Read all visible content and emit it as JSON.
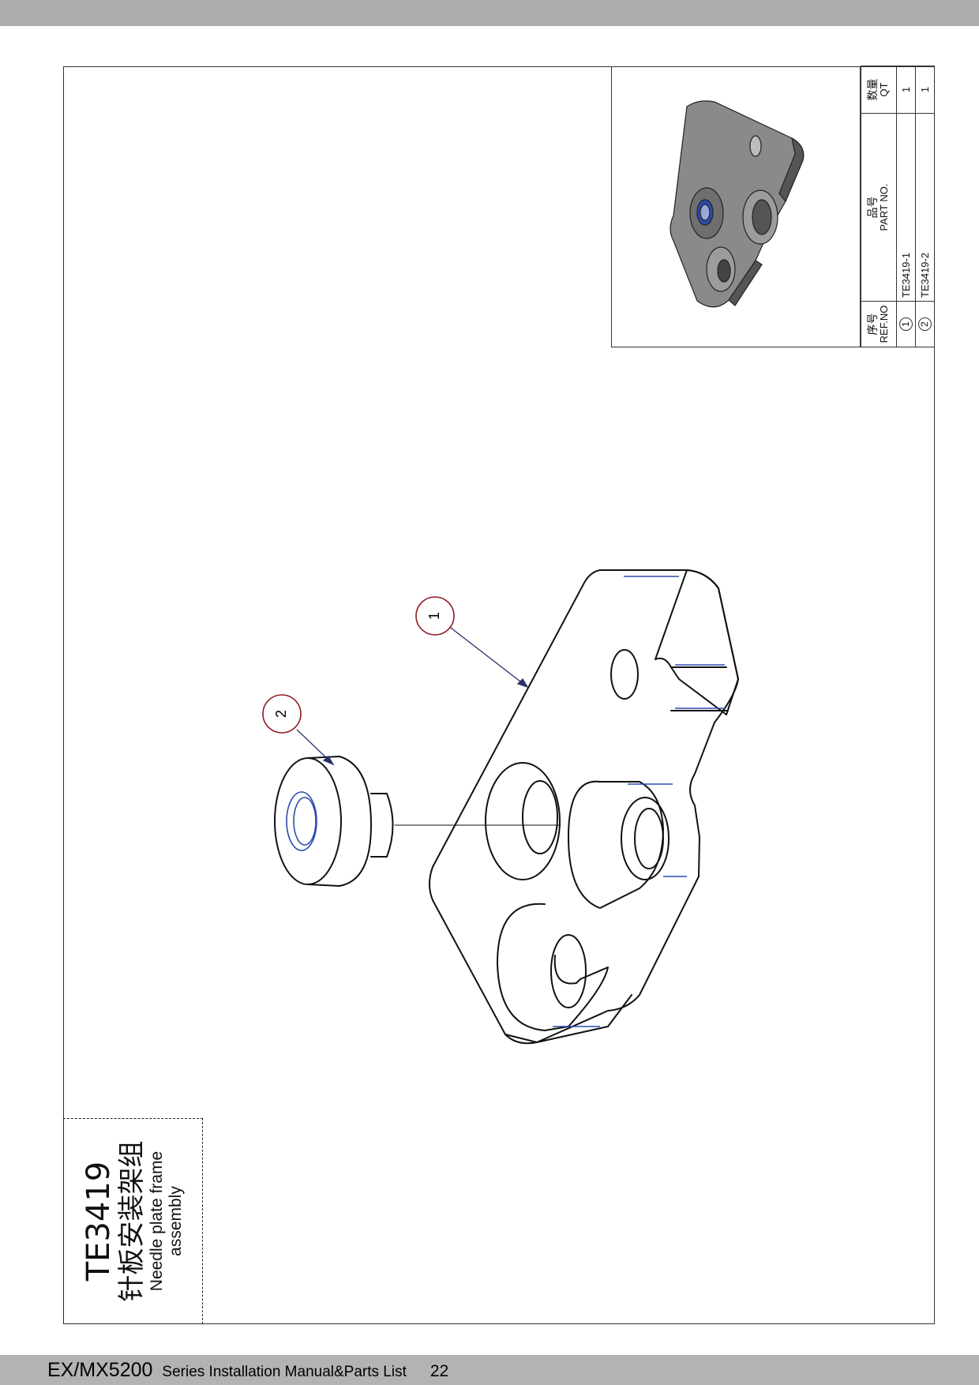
{
  "drawing": {
    "part_code": "TE3419",
    "title_zh": "针板安装架组",
    "title_en_line1": "Needle plate frame",
    "title_en_line2": "assembly",
    "balloons": [
      "1",
      "2"
    ]
  },
  "bom": {
    "headers": {
      "ref_zh": "序号",
      "ref_en": "REF.NO",
      "part_zh": "品号",
      "part_en": "PART NO.",
      "qty_zh": "数量",
      "qty_en": "QT"
    },
    "rows": [
      {
        "ref": "1",
        "part_no": "TE3419-1",
        "qty": "1"
      },
      {
        "ref": "2",
        "part_no": "TE3419-2",
        "qty": "1"
      }
    ]
  },
  "footer": {
    "model": "EX/MX5200",
    "manual": "Series  Installation Manual&Parts List",
    "page": "22"
  },
  "colors": {
    "top_band": "#acacac",
    "bottom_band": "#b3b3b3",
    "balloon_stroke": "#8b1c24",
    "leader_stroke": "#26306b",
    "blue_accent": "#2e4bb0",
    "render_gray": "#8a8a8a"
  }
}
